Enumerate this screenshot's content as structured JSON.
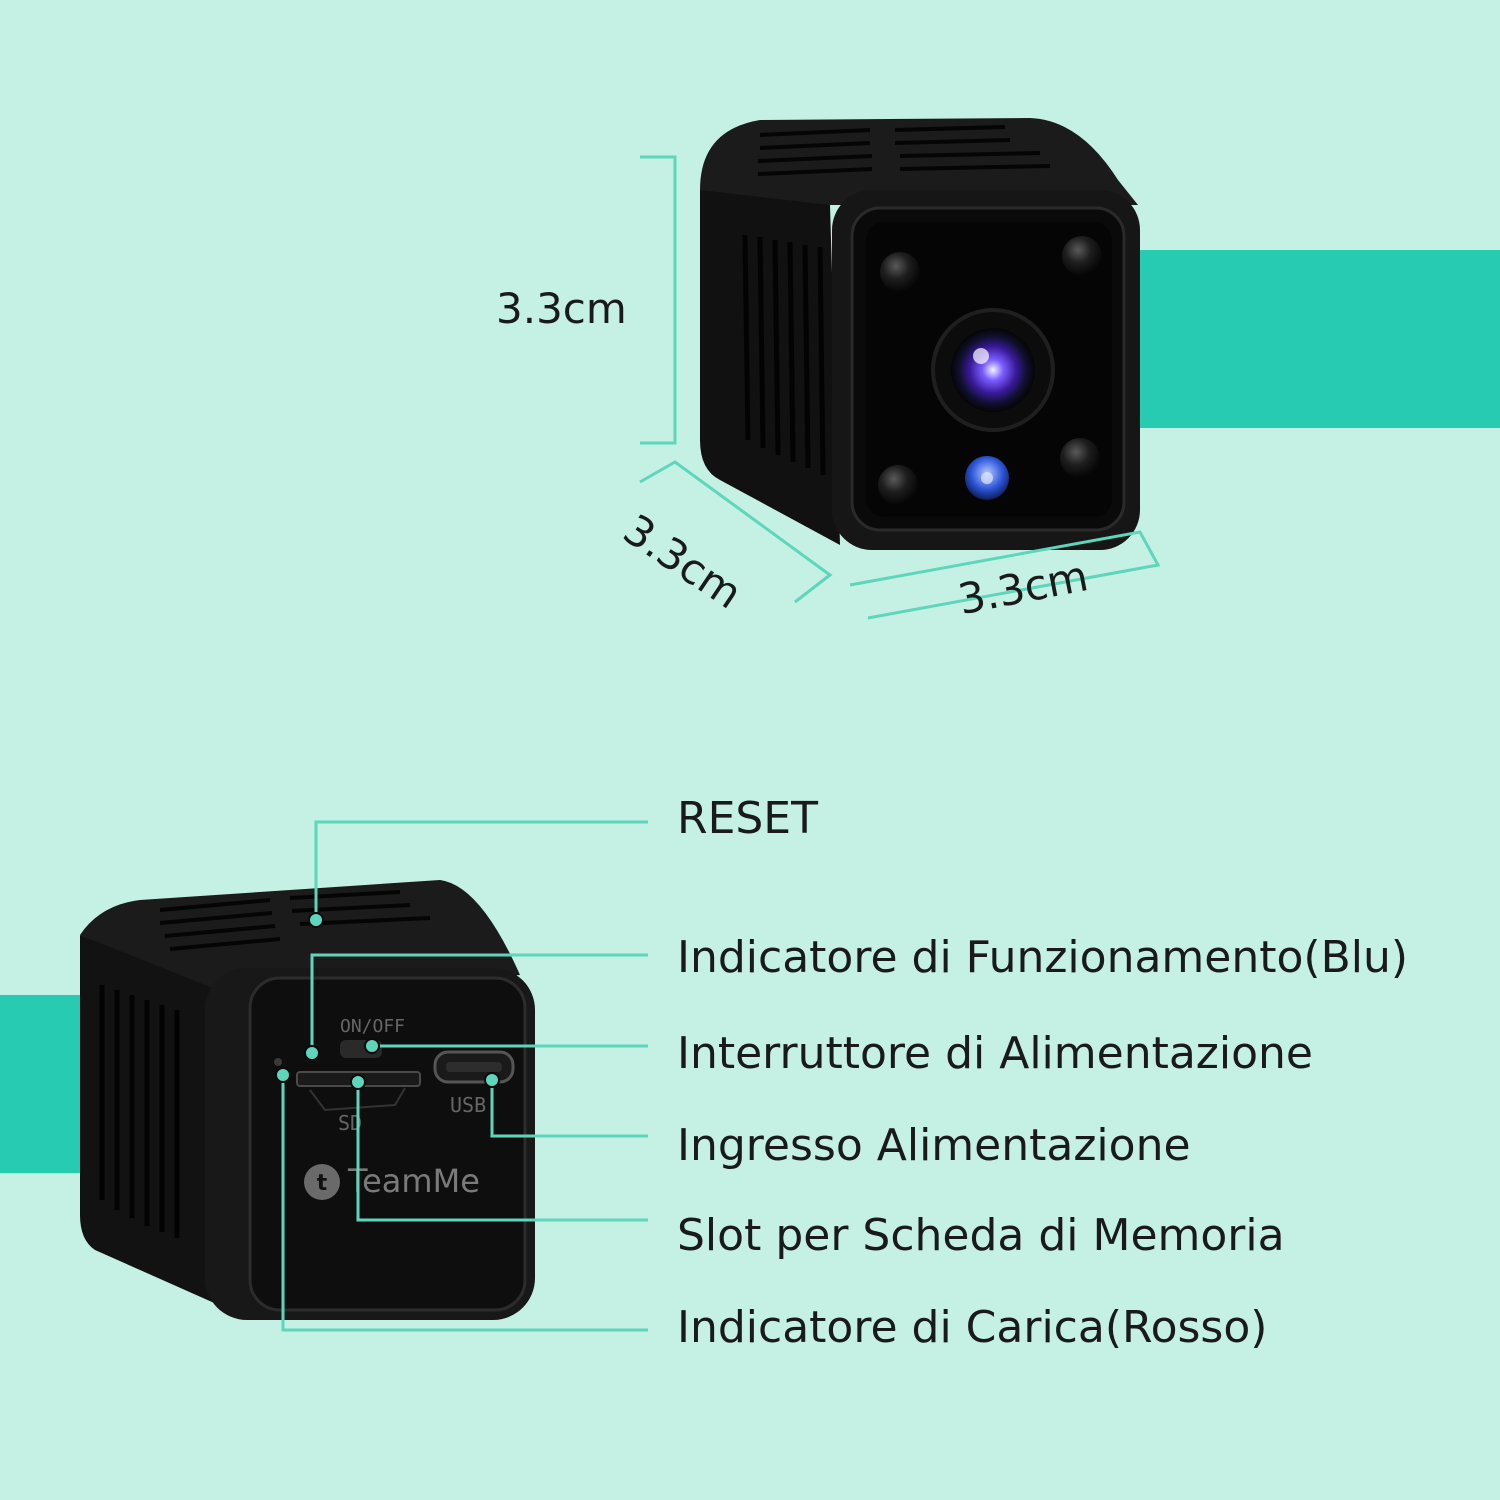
{
  "colors": {
    "background": "#c5f0e4",
    "band": "#26cbb1",
    "line": "#5dd6bc",
    "device": "#141414"
  },
  "dimensions": {
    "height": "3.3cm",
    "depth": "3.3cm",
    "width": "3.3cm"
  },
  "device_markings": {
    "switch": "ON/OFF",
    "sd": "SD",
    "usb": "USB",
    "brand": "TeamMe"
  },
  "callouts": [
    "RESET",
    "Indicatore di Funzionamento(Blu)",
    "Interruttore di Alimentazione",
    "Ingresso Alimentazione",
    "Slot per Scheda di Memoria",
    "Indicatore di Carica(Rosso)"
  ]
}
